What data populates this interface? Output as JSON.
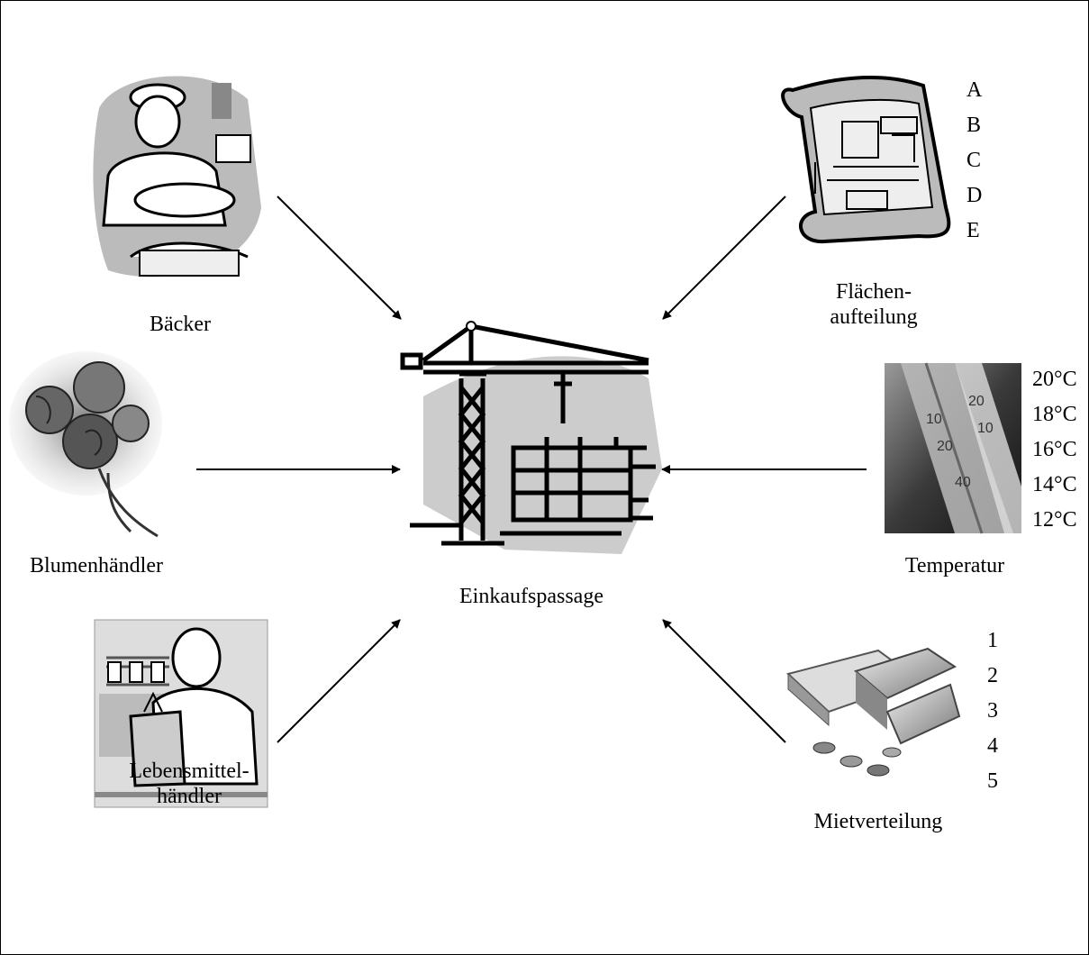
{
  "center": {
    "label": "Einkaufspassage",
    "icon": "construction-crane-icon"
  },
  "nodes": {
    "baecker": {
      "label": "Bäcker",
      "icon": "baker-icon"
    },
    "blumen": {
      "label": "Blumenhändler",
      "icon": "flower-bouquet-icon"
    },
    "lebensmittel": {
      "label_line1": "Lebensmittel-",
      "label_line2": "händler",
      "icon": "grocer-icon"
    },
    "flaechen": {
      "label_line1": "Flächen-",
      "label_line2": "aufteilung",
      "icon": "floor-plan-icon",
      "options": [
        "A",
        "B",
        "C",
        "D",
        "E"
      ]
    },
    "temperatur": {
      "label": "Temperatur",
      "icon": "thermometer-icon",
      "options": [
        "20°C",
        "18°C",
        "16°C",
        "14°C",
        "12°C"
      ]
    },
    "miete": {
      "label": "Mietverteilung",
      "icon": "money-gold-icon",
      "options": [
        "1",
        "2",
        "3",
        "4",
        "5"
      ]
    }
  }
}
